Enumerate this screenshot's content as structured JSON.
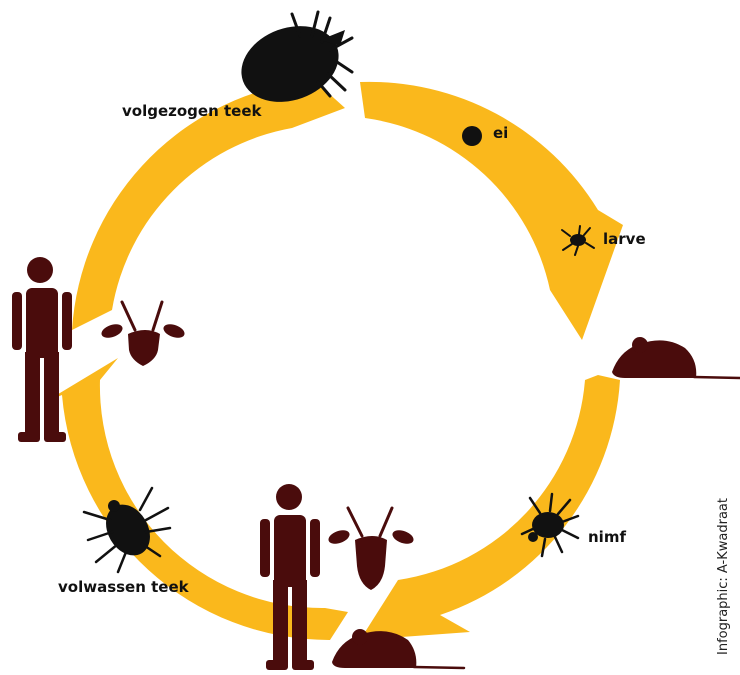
{
  "stages": {
    "engorged_tick": "volgezogen teek",
    "egg": "ei",
    "larva": "larve",
    "nymph": "nimf",
    "adult_tick": "volwassen teek"
  },
  "credit": "Infographic: A-Kwadraat",
  "colors": {
    "ring": "#FAB81C",
    "tick": "#111111",
    "animal": "#4A0C0C"
  },
  "icons": [
    "tick-icon",
    "egg-icon",
    "mouse-icon",
    "deer-icon",
    "human-icon"
  ]
}
